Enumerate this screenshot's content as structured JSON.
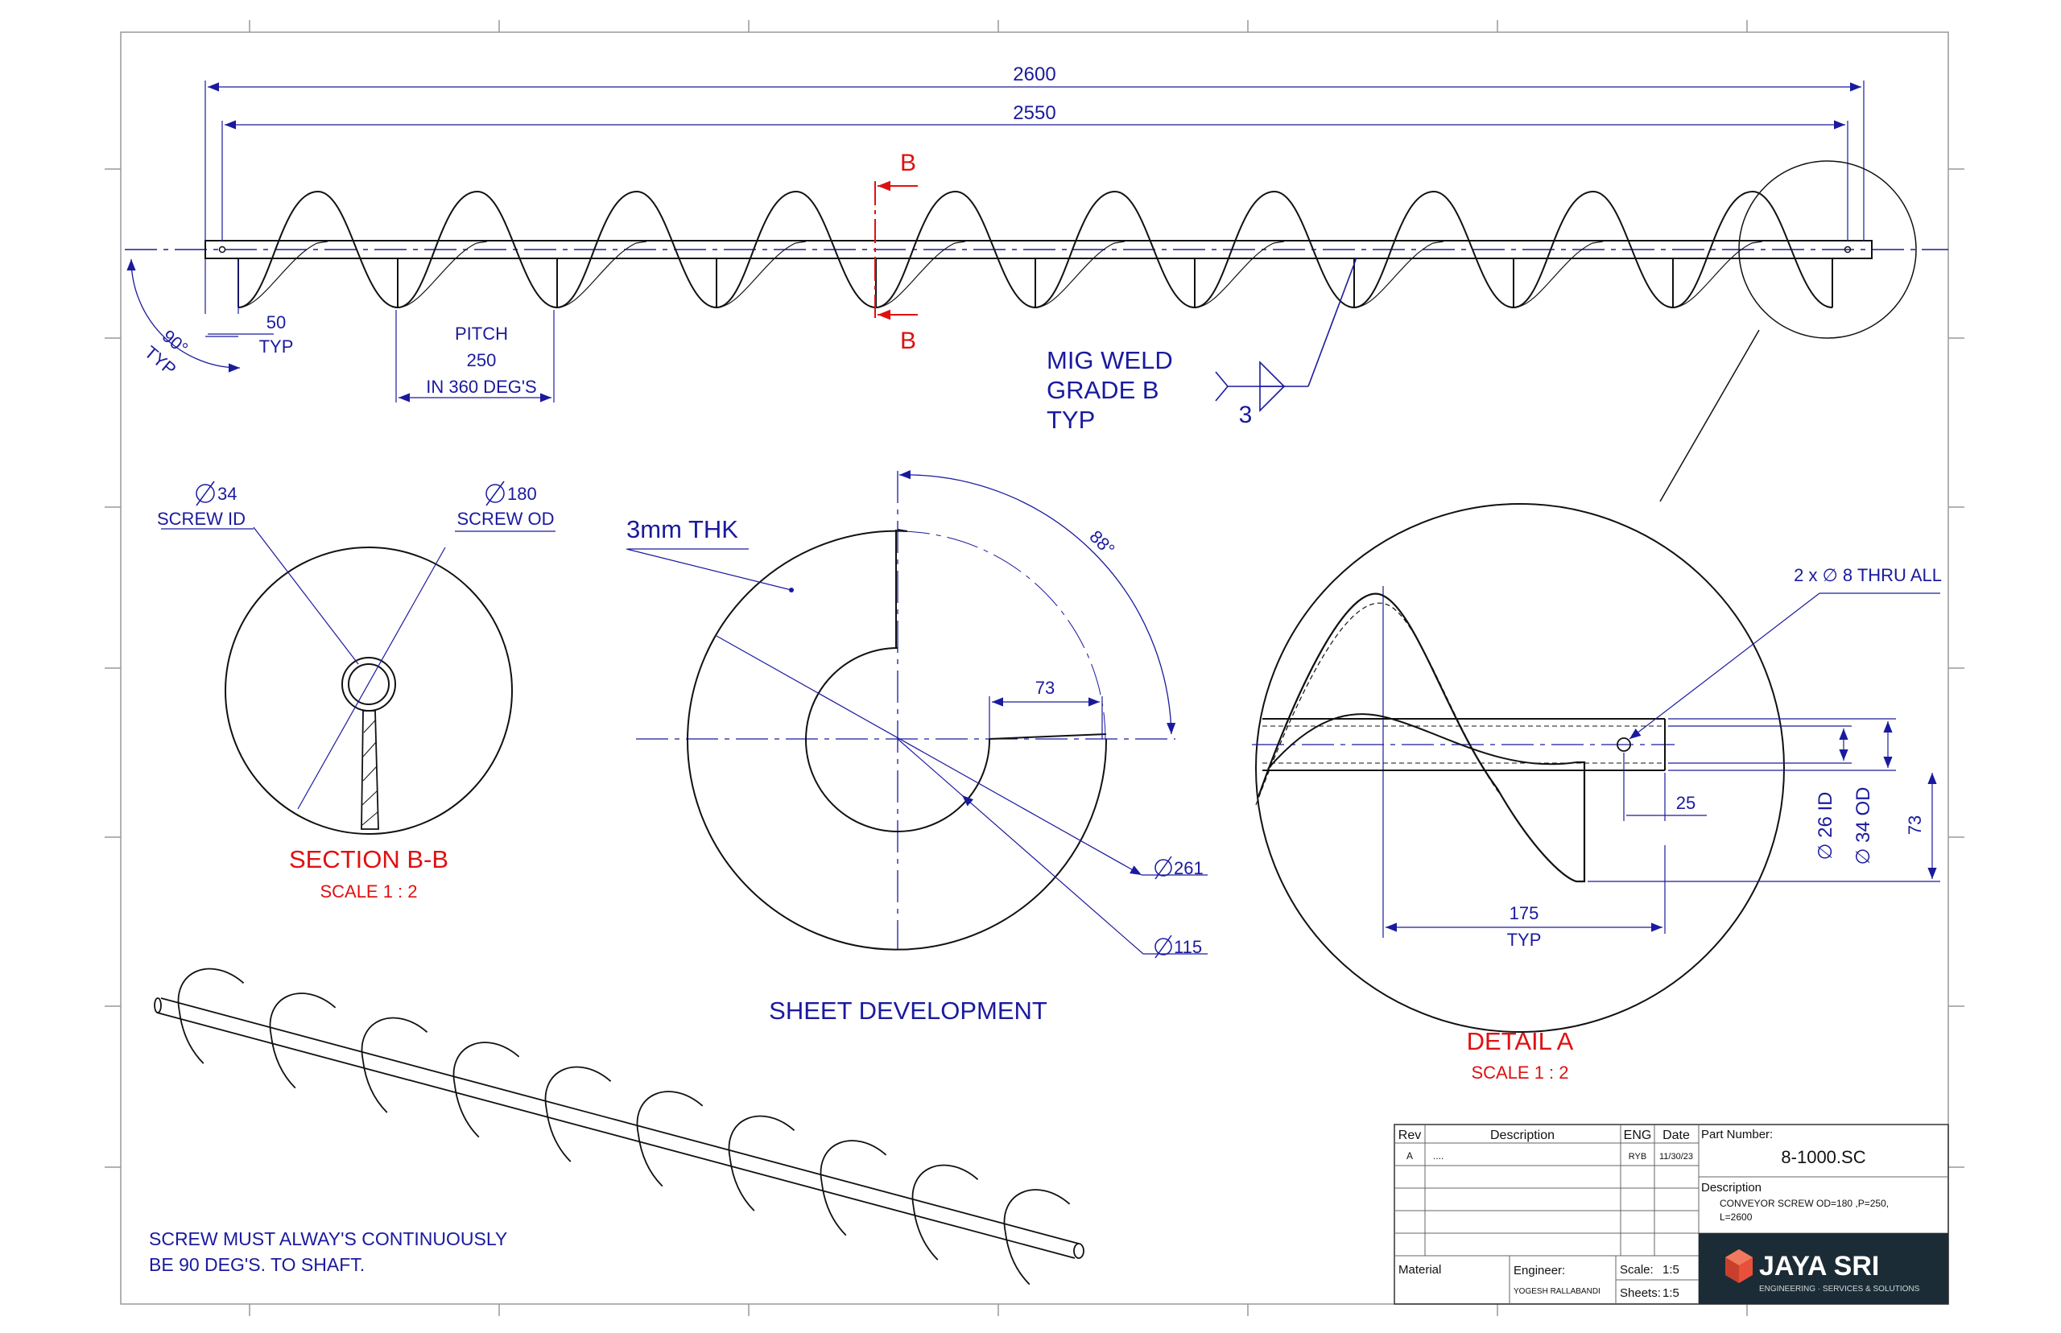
{
  "views": {
    "front": {
      "dim_overall": "2600",
      "dim_inner": "2550",
      "angle": "90°",
      "angle_typ": "TYP",
      "end_offset": "50",
      "end_offset_typ": "TYP",
      "pitch_label": "PITCH",
      "pitch_value": "250",
      "pitch_note": "IN 360 DEG'S",
      "section_letter": "B",
      "weld_lines": [
        "MIG WELD",
        "GRADE B",
        "TYP"
      ],
      "weld_size": "3"
    },
    "section_bb": {
      "id_dia": "34",
      "id_label": "SCREW ID",
      "od_dia": "180",
      "od_label": "SCREW OD",
      "title": "SECTION B-B",
      "scale": "SCALE 1 : 2"
    },
    "sheet_dev": {
      "thickness": "3mm THK",
      "angle": "88°",
      "dim_73": "73",
      "outer_dia": "261",
      "inner_dia": "115",
      "title": "SHEET DEVELOPMENT"
    },
    "detail_a": {
      "hole_note": "2 x ∅ 8 THRU ALL",
      "dim_25": "25",
      "dim_175": "175",
      "dim_175_typ": "TYP",
      "id_label": "∅ 26 ID",
      "od_label": "∅ 34 OD",
      "dim_73": "73",
      "title": "DETAIL A",
      "scale": "SCALE 1 : 2"
    },
    "note_lines": [
      "SCREW MUST ALWAY'S CONTINUOUSLY",
      "BE 90 DEG'S. TO SHAFT."
    ]
  },
  "title_block": {
    "rev_header": "Rev",
    "desc_header": "Description",
    "eng_header": "ENG",
    "date_header": "Date",
    "rev_rows": [
      {
        "rev": "A",
        "desc": "....",
        "eng": "RYB",
        "date": "11/30/23"
      }
    ],
    "part_number_label": "Part Number:",
    "part_number": "8-1000.SC",
    "description_label": "Description",
    "description_lines": [
      "CONVEYOR SCREW OD=180 ,P=250,",
      "L=2600"
    ],
    "material_label": "Material",
    "engineer_label": "Engineer:",
    "engineer_name": "YOGESH RALLABANDI",
    "scale_label": "Scale:",
    "scale_value": "1:5",
    "sheets_label": "Sheets:",
    "sheets_value": "1:5",
    "logo_text": "JAYA SRI",
    "logo_sub": "ENGINEERING · SERVICES & SOLUTIONS"
  },
  "colors": {
    "dimension": "#1a1a9e",
    "section_title": "#e01010",
    "geometry": "#111111",
    "logo_bg": "#1c2c36",
    "logo_accent": "#e8503a"
  }
}
